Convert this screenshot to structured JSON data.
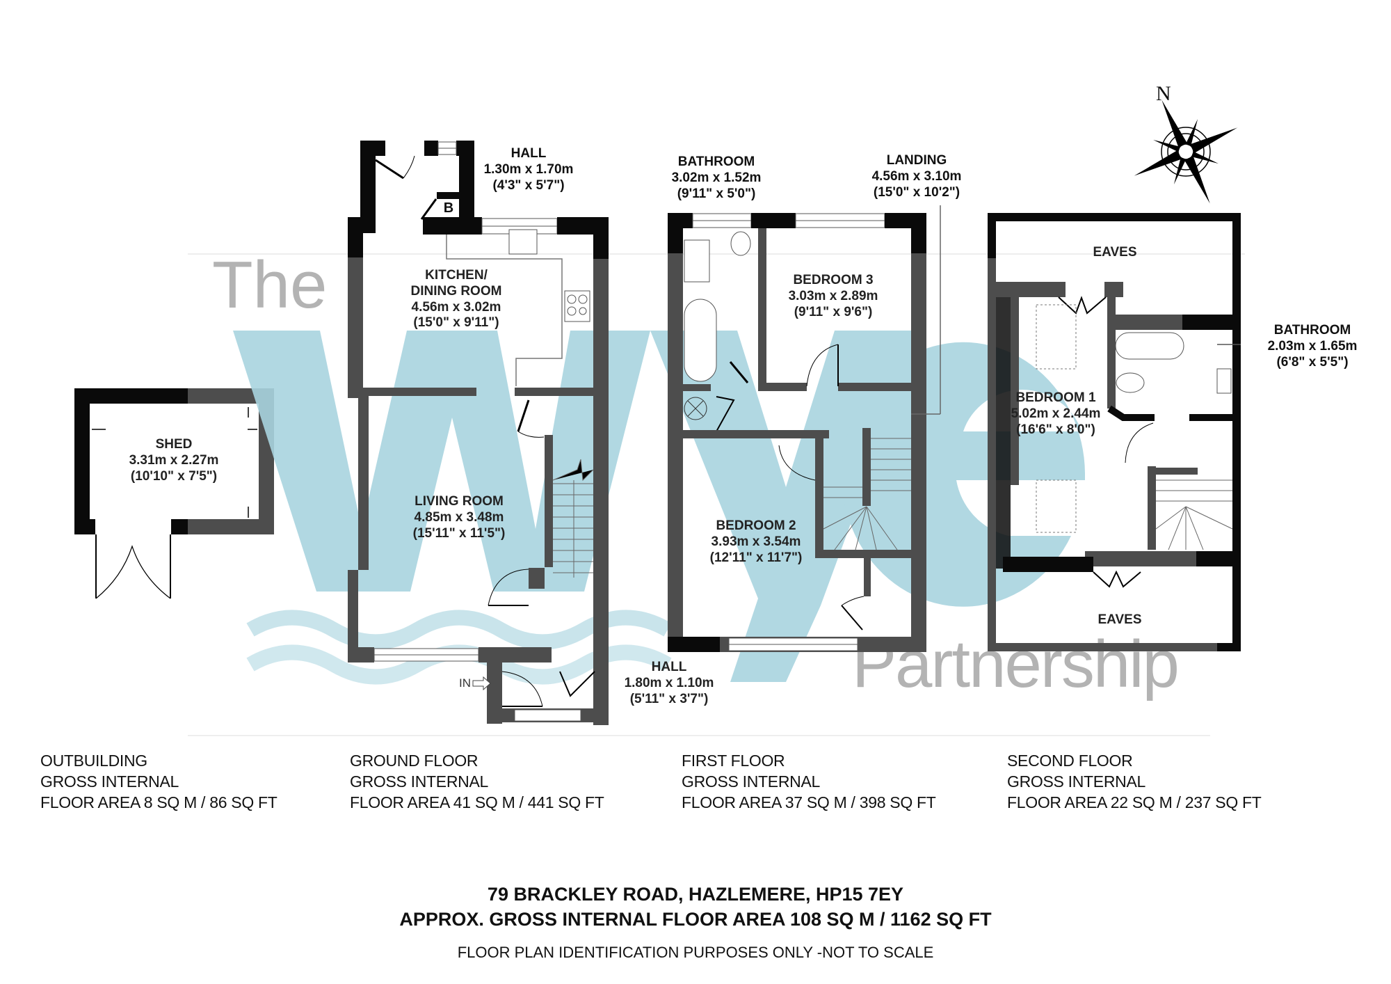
{
  "brand": {
    "watermark_line1": "The",
    "watermark_logo": "wye",
    "watermark_line2": "Partnership",
    "accent_color": "#a9d4df",
    "wall_color_dark": "#0a0a0a",
    "wall_color_grey": "#4d4d4d"
  },
  "compass": {
    "north_label": "N"
  },
  "rooms": {
    "shed": {
      "name": "SHED",
      "metric": "3.31m x 2.27m",
      "imperial": "(10'10\" x 7'5\")"
    },
    "hall_upper": {
      "name": "HALL",
      "metric": "1.30m x 1.70m",
      "imperial": "(4'3\" x 5'7\")"
    },
    "boiler": {
      "name": "B"
    },
    "kitchen": {
      "name_line1": "KITCHEN/",
      "name_line2": "DINING ROOM",
      "metric": "4.56m x 3.02m",
      "imperial": "(15'0\" x 9'11\")"
    },
    "living_room": {
      "name": "LIVING ROOM",
      "metric": "4.85m x 3.48m",
      "imperial": "(15'11\" x 11'5\")"
    },
    "hall_lower": {
      "name": "HALL",
      "metric": "1.80m x 1.10m",
      "imperial": "(5'11\" x 3'7\")"
    },
    "entrance": {
      "label": "IN"
    },
    "bathroom_first": {
      "name": "BATHROOM",
      "metric": "3.02m x 1.52m",
      "imperial": "(9'11\" x 5'0\")"
    },
    "landing": {
      "name": "LANDING",
      "metric": "4.56m x 3.10m",
      "imperial": "(15'0\" x 10'2\")"
    },
    "bedroom3": {
      "name": "BEDROOM 3",
      "metric": "3.03m x 2.89m",
      "imperial": "(9'11\" x 9'6\")"
    },
    "bedroom2": {
      "name": "BEDROOM 2",
      "metric": "3.93m x 3.54m",
      "imperial": "(12'11\" x 11'7\")"
    },
    "eaves_top": {
      "name": "EAVES"
    },
    "eaves_bottom": {
      "name": "EAVES"
    },
    "bedroom1": {
      "name": "BEDROOM 1",
      "metric": "5.02m x 2.44m",
      "imperial": "(16'6\" x 8'0\")"
    },
    "bathroom_second": {
      "name": "BATHROOM",
      "metric": "2.03m x 1.65m",
      "imperial": "(6'8\" x 5'5\")"
    }
  },
  "floors": [
    {
      "title": "OUTBUILDING",
      "line2": "GROSS INTERNAL",
      "line3": "FLOOR AREA 8 SQ M / 86 SQ FT"
    },
    {
      "title": "GROUND FLOOR",
      "line2": "GROSS INTERNAL",
      "line3": "FLOOR AREA 41 SQ M / 441 SQ FT"
    },
    {
      "title": "FIRST FLOOR",
      "line2": "GROSS INTERNAL",
      "line3": "FLOOR AREA 37 SQ M / 398 SQ FT"
    },
    {
      "title": "SECOND FLOOR",
      "line2": "GROSS INTERNAL",
      "line3": "FLOOR AREA 22 SQ M / 237 SQ FT"
    }
  ],
  "footer": {
    "address": "79 BRACKLEY ROAD, HAZLEMERE, HP15 7EY",
    "total_area": "APPROX. GROSS INTERNAL FLOOR AREA 108 SQ M / 1162 SQ FT",
    "disclaimer": "FLOOR PLAN IDENTIFICATION PURPOSES ONLY -NOT TO SCALE"
  }
}
